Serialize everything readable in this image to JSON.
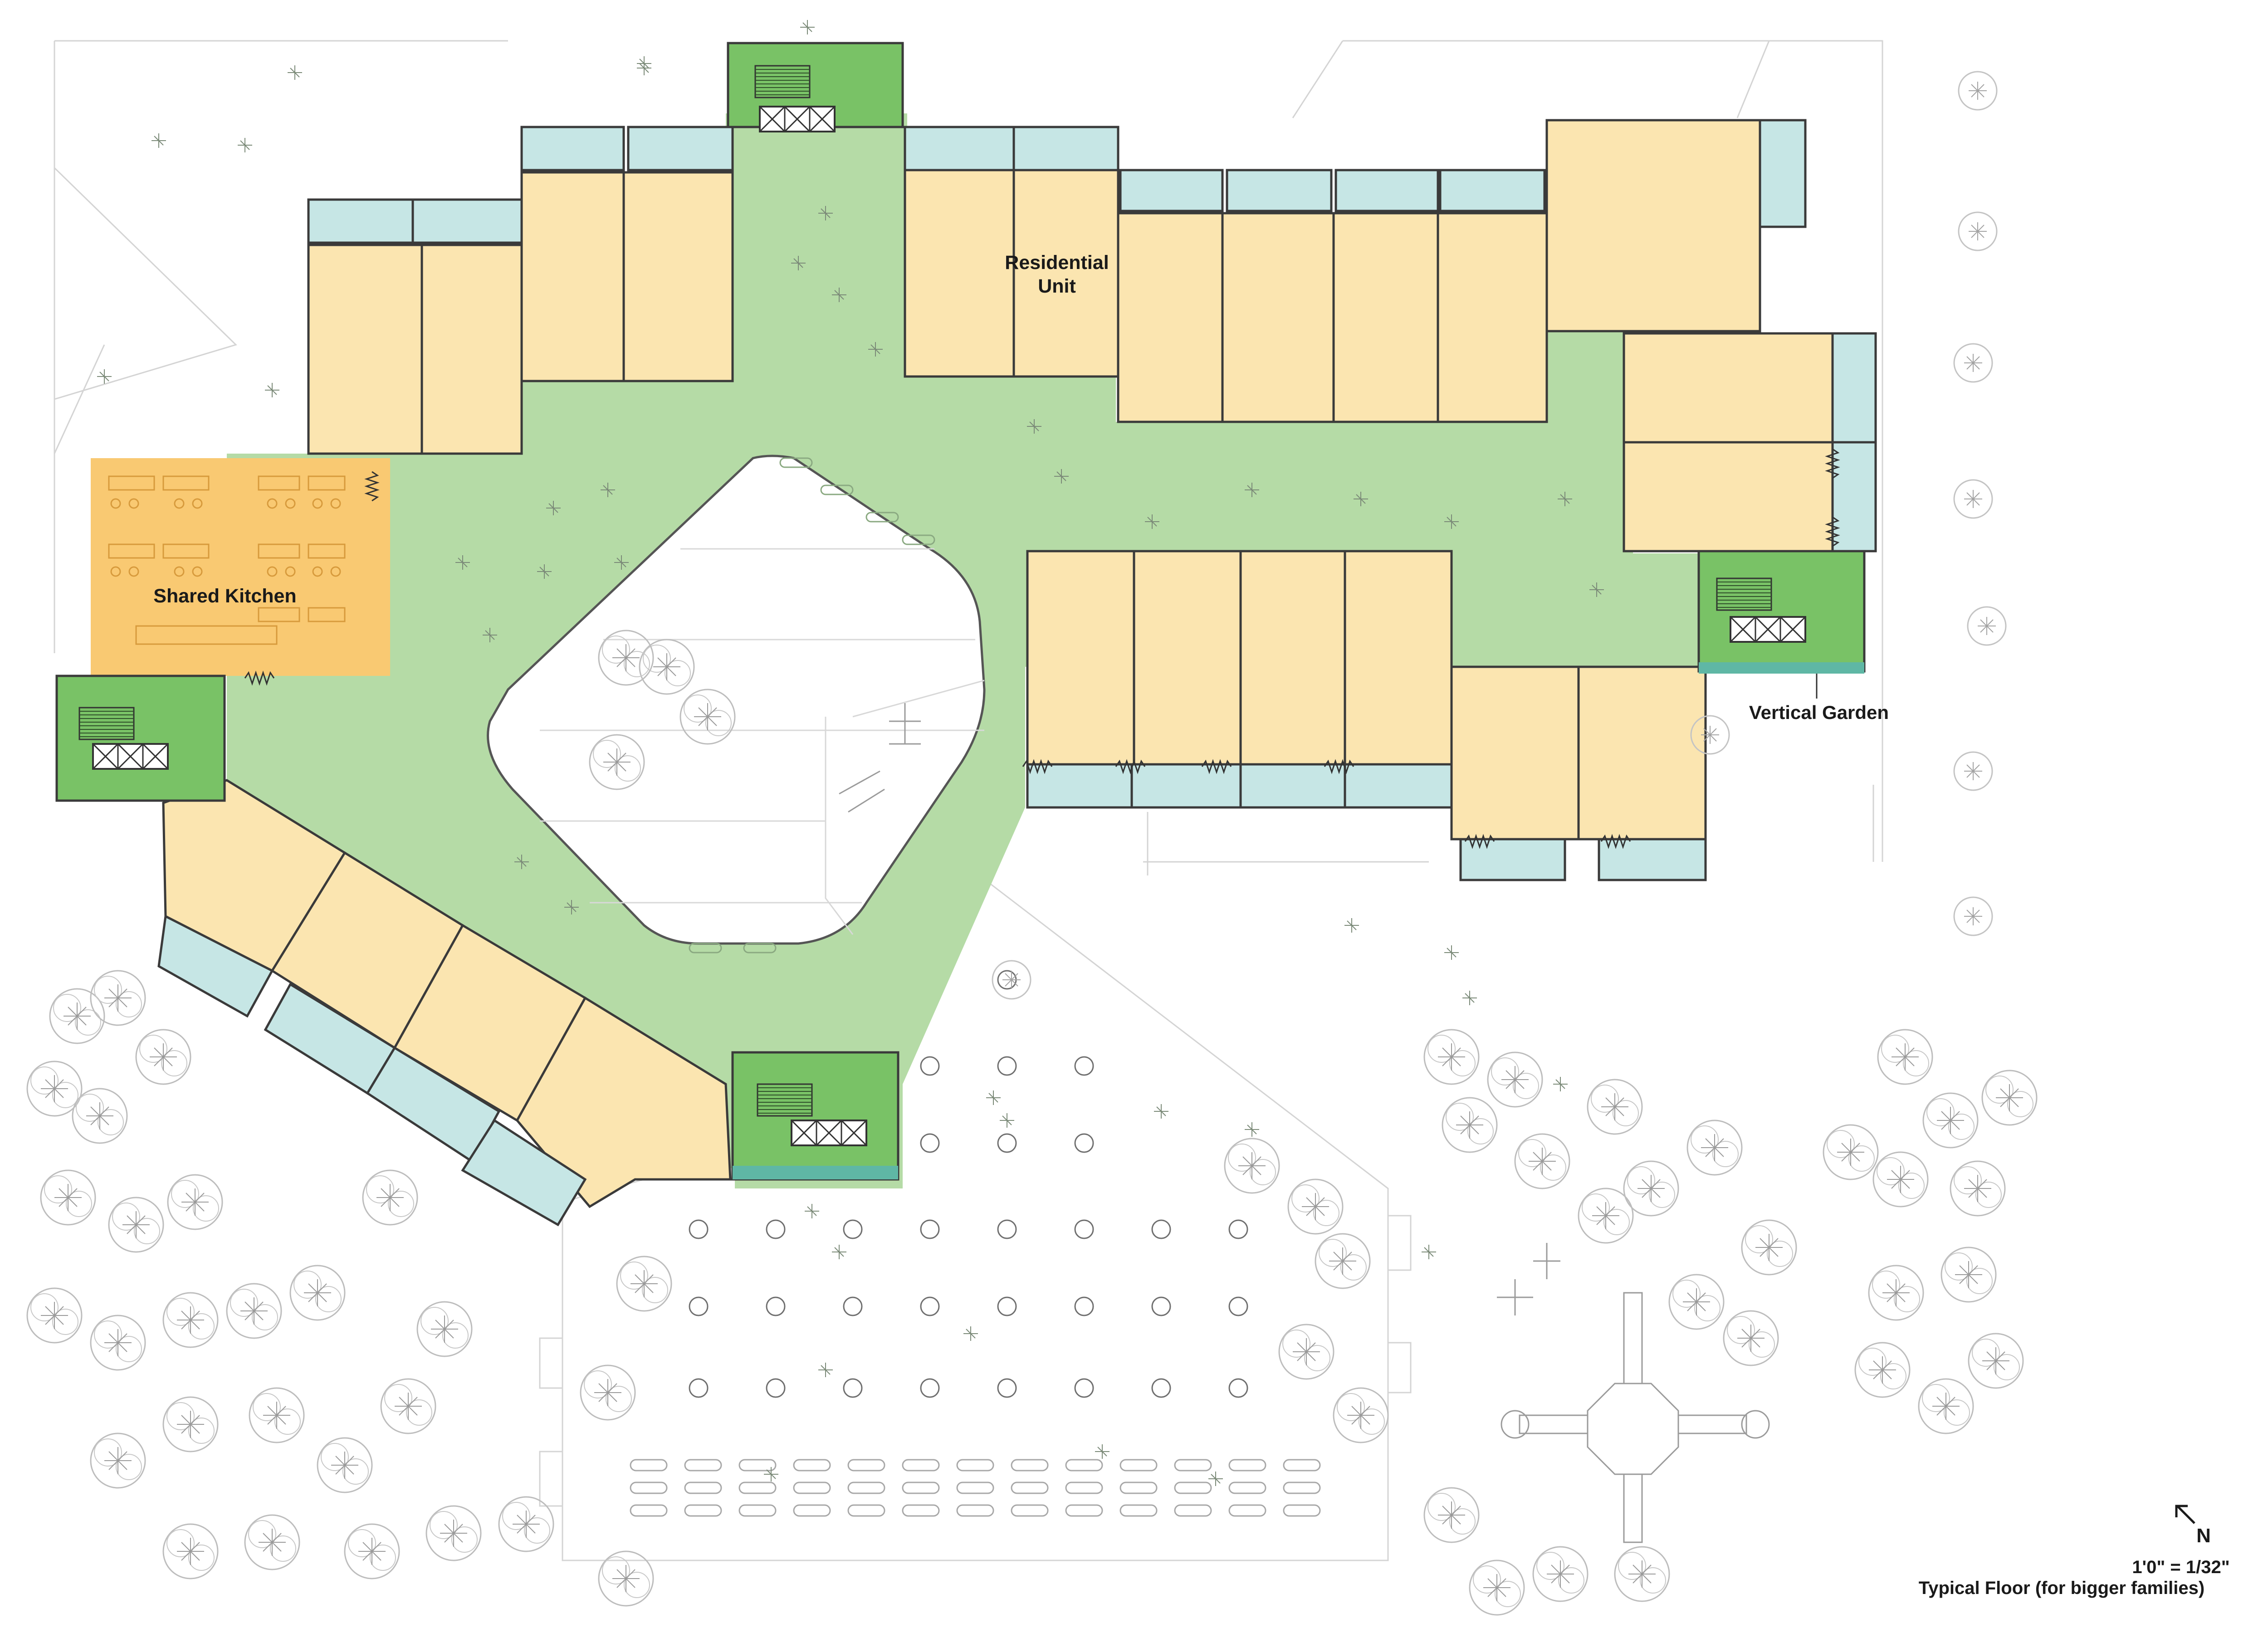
{
  "labels": {
    "residential_line1": "Residential",
    "residential_line2": "Unit",
    "shared_kitchen": "Shared Kitchen",
    "vertical_garden": "Vertical Garden"
  },
  "legend": {
    "north_letter": "N",
    "scale": "1'0\" = 1/32\"",
    "caption": "Typical Floor (for bigger families)"
  },
  "colors": {
    "unit_fill": "#fbe5b0",
    "kitchen_fill": "#f9c972",
    "circulation_fill": "#b5dba6",
    "core_fill": "#79c266",
    "balcony_fill": "#c6e6e5",
    "wall": "#3a3a3a",
    "site_line": "#cfcfcf"
  },
  "icons": {
    "north_arrow": "north-arrow-icon",
    "tree": "tree-icon",
    "stair": "stair-icon",
    "elevator": "elevator-icon",
    "play_structure": "play-structure-icon"
  }
}
